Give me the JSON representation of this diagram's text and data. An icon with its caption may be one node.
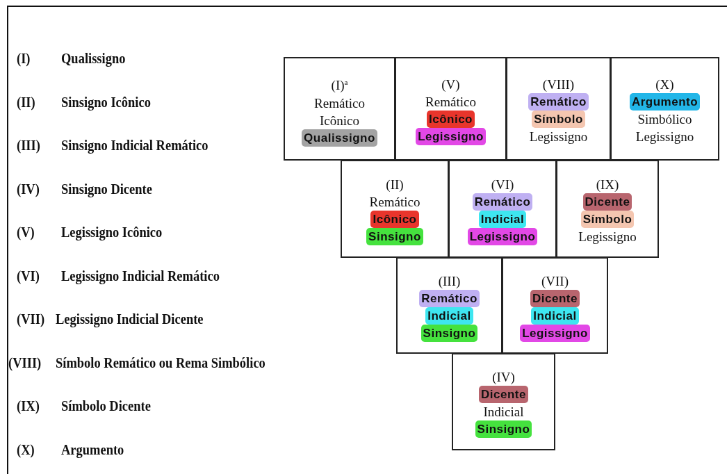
{
  "diagram": {
    "nodes": [
      {
        "text": [
          "(I)$^{a}$",
          "Remático",
          "Icônico",
          "Qualissigno"
        ]
      },
      {
        "text": [
          "(V)",
          "Remático",
          "Icônico",
          "Legissigno"
        ]
      },
      {
        "text": [
          "(VIII)",
          "Remático",
          "Símbolo",
          "Legissigno"
        ]
      },
      {
        "text": [
          "(X)",
          "Argumento",
          "Simbólico",
          "Legissigno"
        ]
      },
      {
        "text": [
          "(II)",
          "Remático",
          "Icônico",
          "Sinsigno"
        ]
      },
      {
        "text": [
          "(VI)",
          "Remático",
          "Indicial",
          "Legissigno"
        ]
      },
      {
        "text": [
          "(IX)",
          "Dicente",
          "Símbolo",
          "Legissigno"
        ]
      },
      {
        "text": [
          "(III)",
          "Remático",
          "Indicial",
          "Sinsigno"
        ]
      },
      {
        "text": [
          "(VII)",
          "Dicente",
          "Indicial",
          "Legissigno"
        ]
      },
      {
        "text": [
          "(IV)",
          "Dicente",
          "Indicial",
          "Sinsigno"
        ]
      }
    ],
    "labels": [
      "(I)",
      "Qualissigno",
      "(II)",
      "Sinsigno Icônico",
      "(III)",
      "Sinsigno Indicial Remático",
      "(IV)",
      "Sinsigno Dicente",
      "(V)",
      "Legissigno Icônico",
      "(VI)",
      "Legissigno Indicial Remático",
      "(VII)",
      "Legissigno Indicial Dicente",
      "(VIII)",
      "Símbolo Remático ou Rema Simbólico",
      "(IX)",
      "Símbolo Dicente",
      "(X)",
      "Argumento"
    ]
  }
}
